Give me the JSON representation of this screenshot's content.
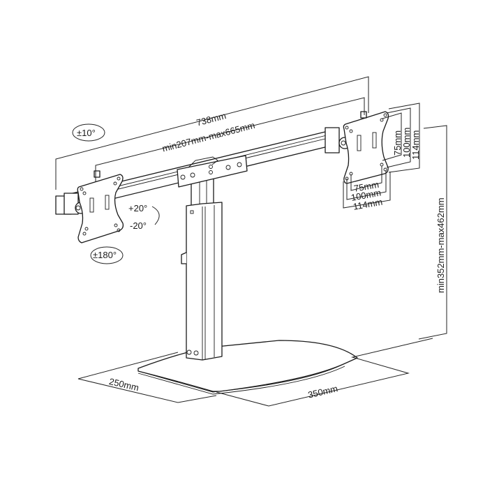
{
  "diagram": {
    "subject": "Dual monitor desk stand dimensional drawing",
    "stroke_color": "#1a1a1a",
    "background": "#ffffff",
    "dimensions": {
      "total_width": "738mm",
      "arm_span": "min207mm-max665mm",
      "height": "min352mm-max462mm",
      "base_depth": "250mm",
      "base_width": "350mm"
    },
    "vesa": {
      "horizontal": [
        "75mm",
        "100mm",
        "114mm"
      ],
      "vertical": [
        "75mm",
        "100mm",
        "114mm"
      ]
    },
    "rotation": {
      "swivel": "±10°",
      "tilt_up": "+20°",
      "tilt_down": "-20°",
      "rotate": "±180°"
    }
  }
}
